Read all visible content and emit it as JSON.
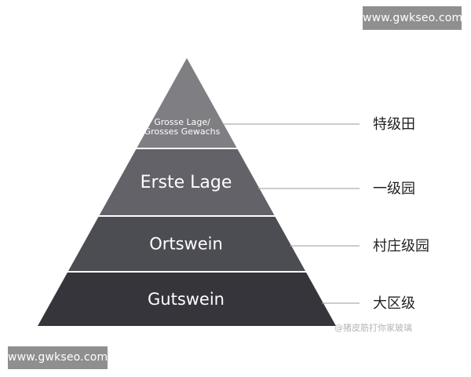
{
  "pyramid": {
    "tiers": [
      {
        "label_lines": [
          "Grosse Lage/",
          "Grosses Gewachs"
        ],
        "side_label": "特级田",
        "fill": "#7e7e83"
      },
      {
        "label_lines": [
          "Erste Lage"
        ],
        "side_label": "一级园",
        "fill": "#626268"
      },
      {
        "label_lines": [
          "Ortswein"
        ],
        "side_label": "村庄级园",
        "fill": "#4c4c53"
      },
      {
        "label_lines": [
          "Gutswein"
        ],
        "side_label": "大区级",
        "fill": "#36353c"
      }
    ]
  },
  "watermarks": {
    "top": "www.gwkseo.com",
    "bottom": "www.gwkseo.com",
    "source": "@猪皮筋打你家玻璃"
  },
  "colors": {
    "label_text": "#ffffff",
    "side_text": "#222222",
    "connector": "#9a9a9a",
    "divider": "#ffffff"
  }
}
